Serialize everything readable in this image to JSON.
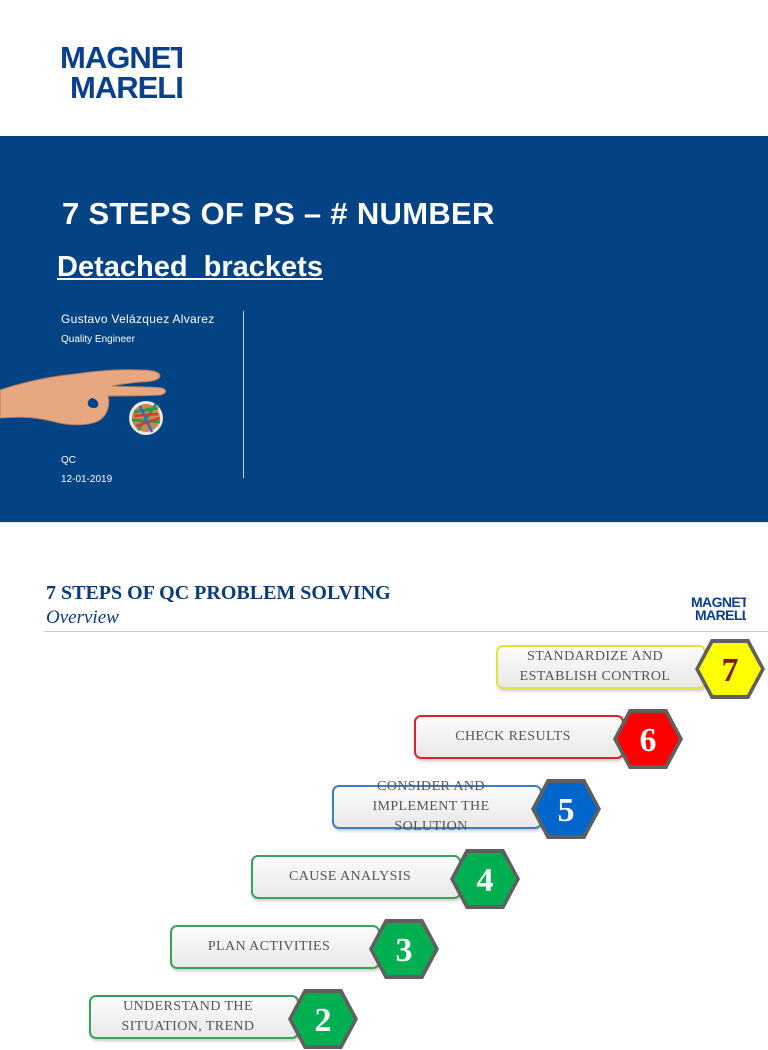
{
  "slide1": {
    "logo": {
      "line1": "MAGNETI",
      "line2": "MARELLI"
    },
    "title": "7 STEPS OF PS – # NUMBER",
    "subtitle": "Detached  brackets",
    "author": "Gustavo Velázquez Alvarez",
    "role": "Quality Engineer",
    "department": "QC",
    "date": "12-01-2019",
    "band_color": "#034383"
  },
  "slide2": {
    "title": "7 STEPS OF QC PROBLEM SOLVING",
    "subtitle": "Overview",
    "logo": {
      "line1": "MAGNETI",
      "line2": "MARELLI"
    },
    "steps": [
      {
        "number": "7",
        "line1": "STANDARDIZE AND",
        "line2": "ESTABLISH CONTROL",
        "line3": "",
        "hex_color": "#ffff00",
        "number_color": "#7a1a0a",
        "border_color": "#e3e33a"
      },
      {
        "number": "6",
        "line1": "CHECK RESULTS",
        "line2": "",
        "line3": "",
        "hex_color": "#ff0000",
        "number_color": "#ffffff",
        "border_color": "#d9262c"
      },
      {
        "number": "5",
        "line1": "CONSIDER AND",
        "line2": "IMPLEMENT THE",
        "line3": "SOLUTION",
        "hex_color": "#0066cc",
        "number_color": "#ffffff",
        "border_color": "#3d7ec2"
      },
      {
        "number": "4",
        "line1": "CAUSE ANALYSIS",
        "line2": "",
        "line3": "",
        "hex_color": "#00b050",
        "number_color": "#ffffff",
        "border_color": "#3aa05a"
      },
      {
        "number": "3",
        "line1": "PLAN ACTIVITIES",
        "line2": "",
        "line3": "",
        "hex_color": "#00b050",
        "number_color": "#ffffff",
        "border_color": "#3aa05a"
      },
      {
        "number": "2",
        "line1": "UNDERSTAND THE",
        "line2": "SITUATION, TREND",
        "line3": "",
        "hex_color": "#00b050",
        "number_color": "#ffffff",
        "border_color": "#3aa05a"
      }
    ]
  }
}
